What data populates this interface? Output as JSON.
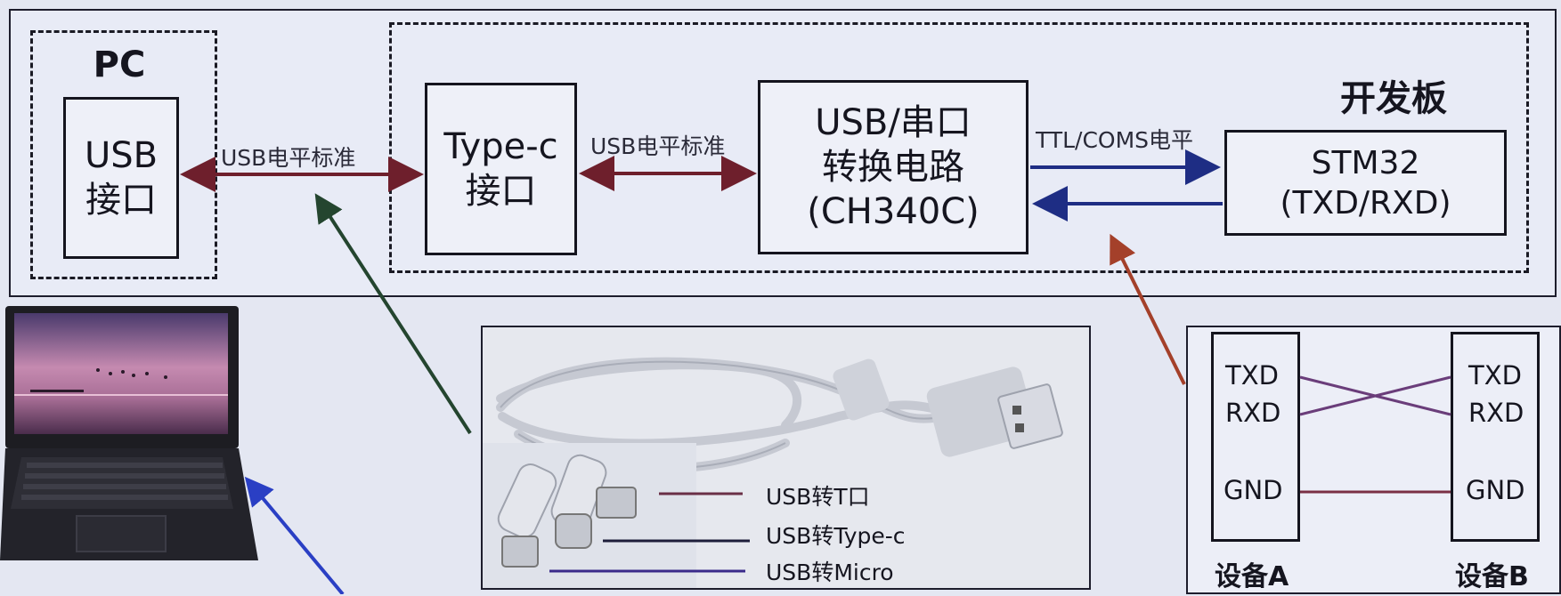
{
  "diagram": {
    "pc_group": {
      "title": "PC",
      "port_line1": "USB",
      "port_line2": "接口"
    },
    "board_group": {
      "title": "开发板"
    },
    "typec": {
      "line1": "Type-c",
      "line2": "接口"
    },
    "converter": {
      "line1": "USB/串口",
      "line2": "转换电路",
      "line3": "(CH340C)"
    },
    "mcu": {
      "line1": "STM32",
      "line2": "(TXD/RXD)"
    },
    "arrows": {
      "pc_to_typec": "USB电平标准",
      "typec_to_converter": "USB电平标准",
      "converter_to_mcu": "TTL/COMS电平"
    }
  },
  "cable_legend": {
    "items": [
      {
        "label": "USB转T口",
        "color": "#6a2f46"
      },
      {
        "label": "USB转Type-c",
        "color": "#1e1e3a"
      },
      {
        "label": "USB转Micro",
        "color": "#3a2a8a"
      }
    ]
  },
  "wiring": {
    "device_a": {
      "name": "设备A",
      "pins": [
        "TXD",
        "RXD",
        "GND"
      ]
    },
    "device_b": {
      "name": "设备B",
      "pins": [
        "TXD",
        "RXD",
        "GND"
      ]
    }
  },
  "colors": {
    "usb_arrow": "#6e1f2c",
    "ttl_arrow": "#1e2d84",
    "pointer_green": "#24452f",
    "pointer_blue": "#2a3fc4",
    "pointer_red": "#a4402a",
    "cross_wire": "#6a3d7a",
    "gnd_wire": "#7a3045"
  }
}
